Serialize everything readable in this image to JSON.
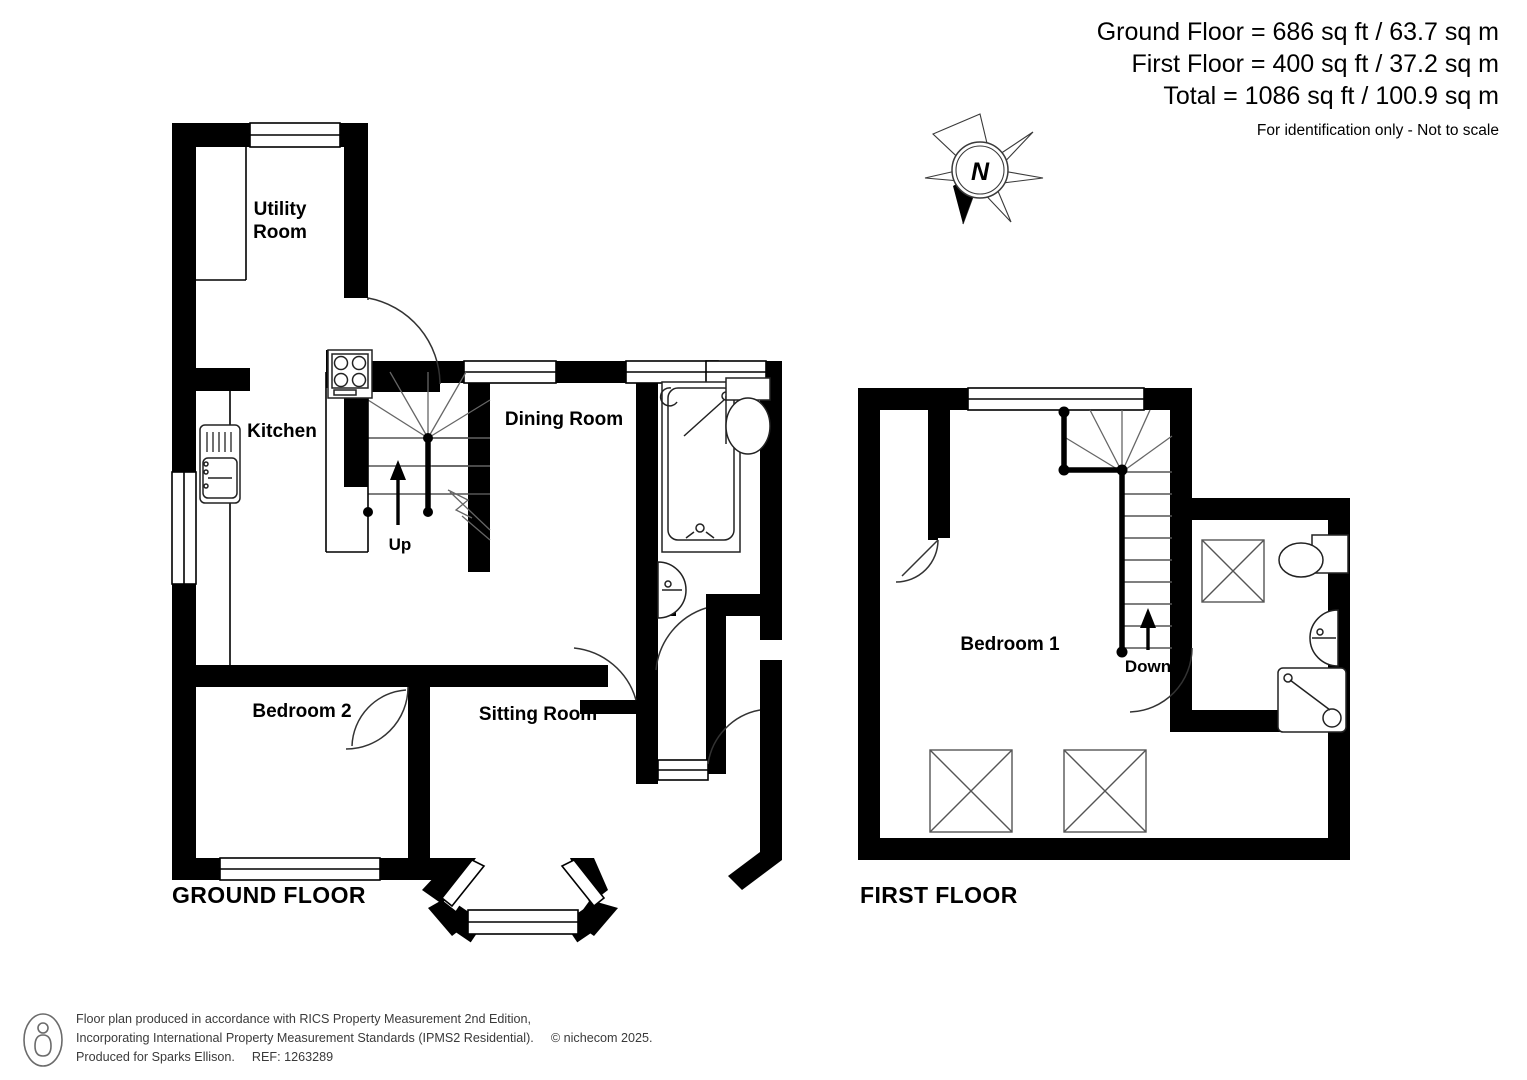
{
  "header": {
    "lines": [
      "Ground Floor = 686 sq ft / 63.7 sq m",
      "First Floor = 400 sq ft / 37.2 sq m",
      "Total = 1086 sq ft / 100.9 sq m"
    ],
    "disclaimer": "For identification only - Not to scale"
  },
  "compass": {
    "label": "N",
    "icon": "compass-rose-icon"
  },
  "floors": [
    {
      "id": "ground",
      "title": "GROUND FLOOR",
      "rooms": [
        {
          "name": "Utility Room",
          "line1": "Utility",
          "line2": "Room"
        },
        {
          "name": "Kitchen",
          "line1": "Kitchen",
          "line2": ""
        },
        {
          "name": "Dining Room",
          "line1": "Dining Room",
          "line2": ""
        },
        {
          "name": "Bedroom 2",
          "line1": "Bedroom 2",
          "line2": ""
        },
        {
          "name": "Sitting Room",
          "line1": "Sitting Room",
          "line2": ""
        }
      ],
      "stair_label": "Up"
    },
    {
      "id": "first",
      "title": "FIRST FLOOR",
      "rooms": [
        {
          "name": "Bedroom 1",
          "line1": "Bedroom 1",
          "line2": ""
        }
      ],
      "stair_label": "Down"
    }
  ],
  "footer": {
    "line1": "Floor plan produced in accordance with RICS Property Measurement 2nd Edition,",
    "line2a": "Incorporating International Property Measurement Standards (IPMS2 Residential).",
    "line2b": "© nichecom 2025.",
    "line3": "Produced for Sparks Ellison.",
    "line3b": "REF: 1263289",
    "badge": "person-badge-icon"
  },
  "colors": {
    "wall": "#000000",
    "background": "#ffffff",
    "fixture_stroke": "#222222",
    "stair_stroke": "#555555",
    "footer_text": "#3a3a3a"
  }
}
